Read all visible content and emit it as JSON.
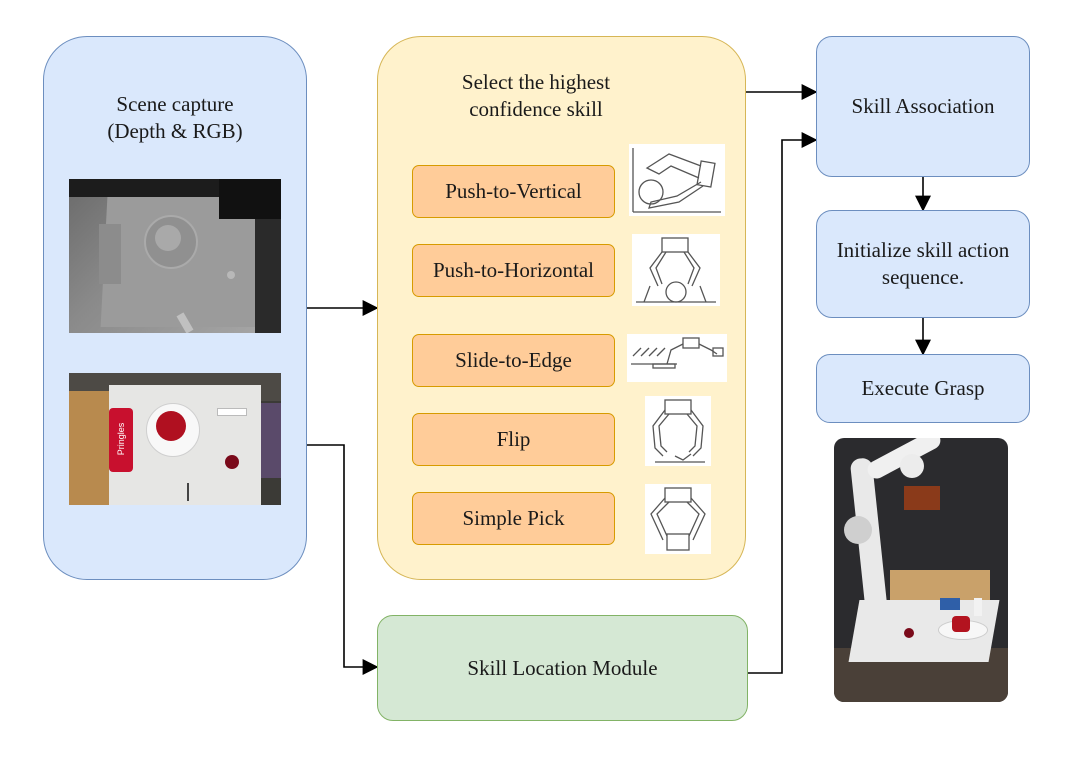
{
  "scene": {
    "title": "Scene capture",
    "subtitle": "(Depth & RGB)"
  },
  "selector": {
    "title_line1": "Select the highest",
    "title_line2": "confidence skill",
    "skills": [
      "Push-to-Vertical",
      "Push-to-Horizontal",
      "Slide-to-Edge",
      "Flip",
      "Simple Pick"
    ]
  },
  "location_module": "Skill Location Module",
  "association": "Skill Association",
  "initialize": {
    "line1": "Initialize skill action",
    "line2": "sequence."
  },
  "execute": "Execute Grasp",
  "photo_labels": {
    "can": "Pringles"
  },
  "colors": {
    "blue_fill": "#dae8fc",
    "blue_stroke": "#6c8ebf",
    "yellow_fill": "#fff2cc",
    "yellow_stroke": "#d6b656",
    "green_fill": "#d5e8d4",
    "green_stroke": "#82b366",
    "orange_fill": "#ffcc99",
    "orange_stroke": "#d79b00"
  }
}
